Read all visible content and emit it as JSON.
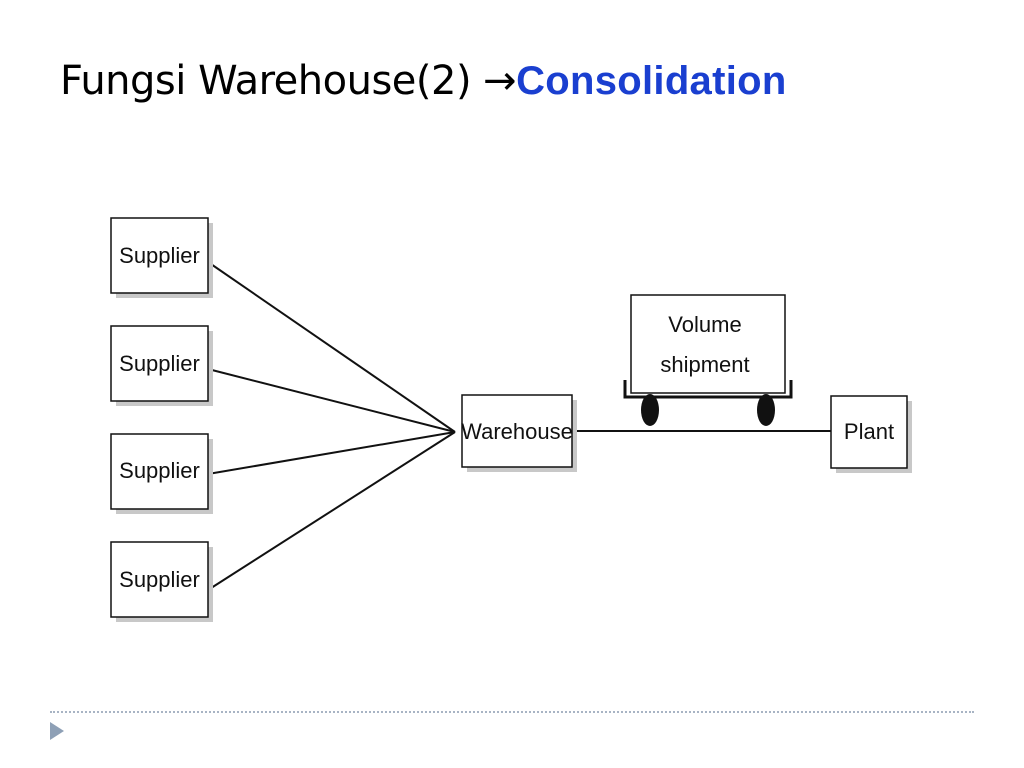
{
  "slide": {
    "title_prefix": "Fungsi Warehouse(2)",
    "title_arrow": "→",
    "title_highlight": "Consolidation",
    "highlight_color": "#1a3fd0"
  },
  "diagram": {
    "suppliers": [
      "Supplier",
      "Supplier",
      "Supplier",
      "Supplier"
    ],
    "warehouse": "Warehouse",
    "shipment_line1": "Volume",
    "shipment_line2": "shipment",
    "plant": "Plant"
  },
  "footer": {
    "nav_icon": "triangle-right-icon"
  }
}
